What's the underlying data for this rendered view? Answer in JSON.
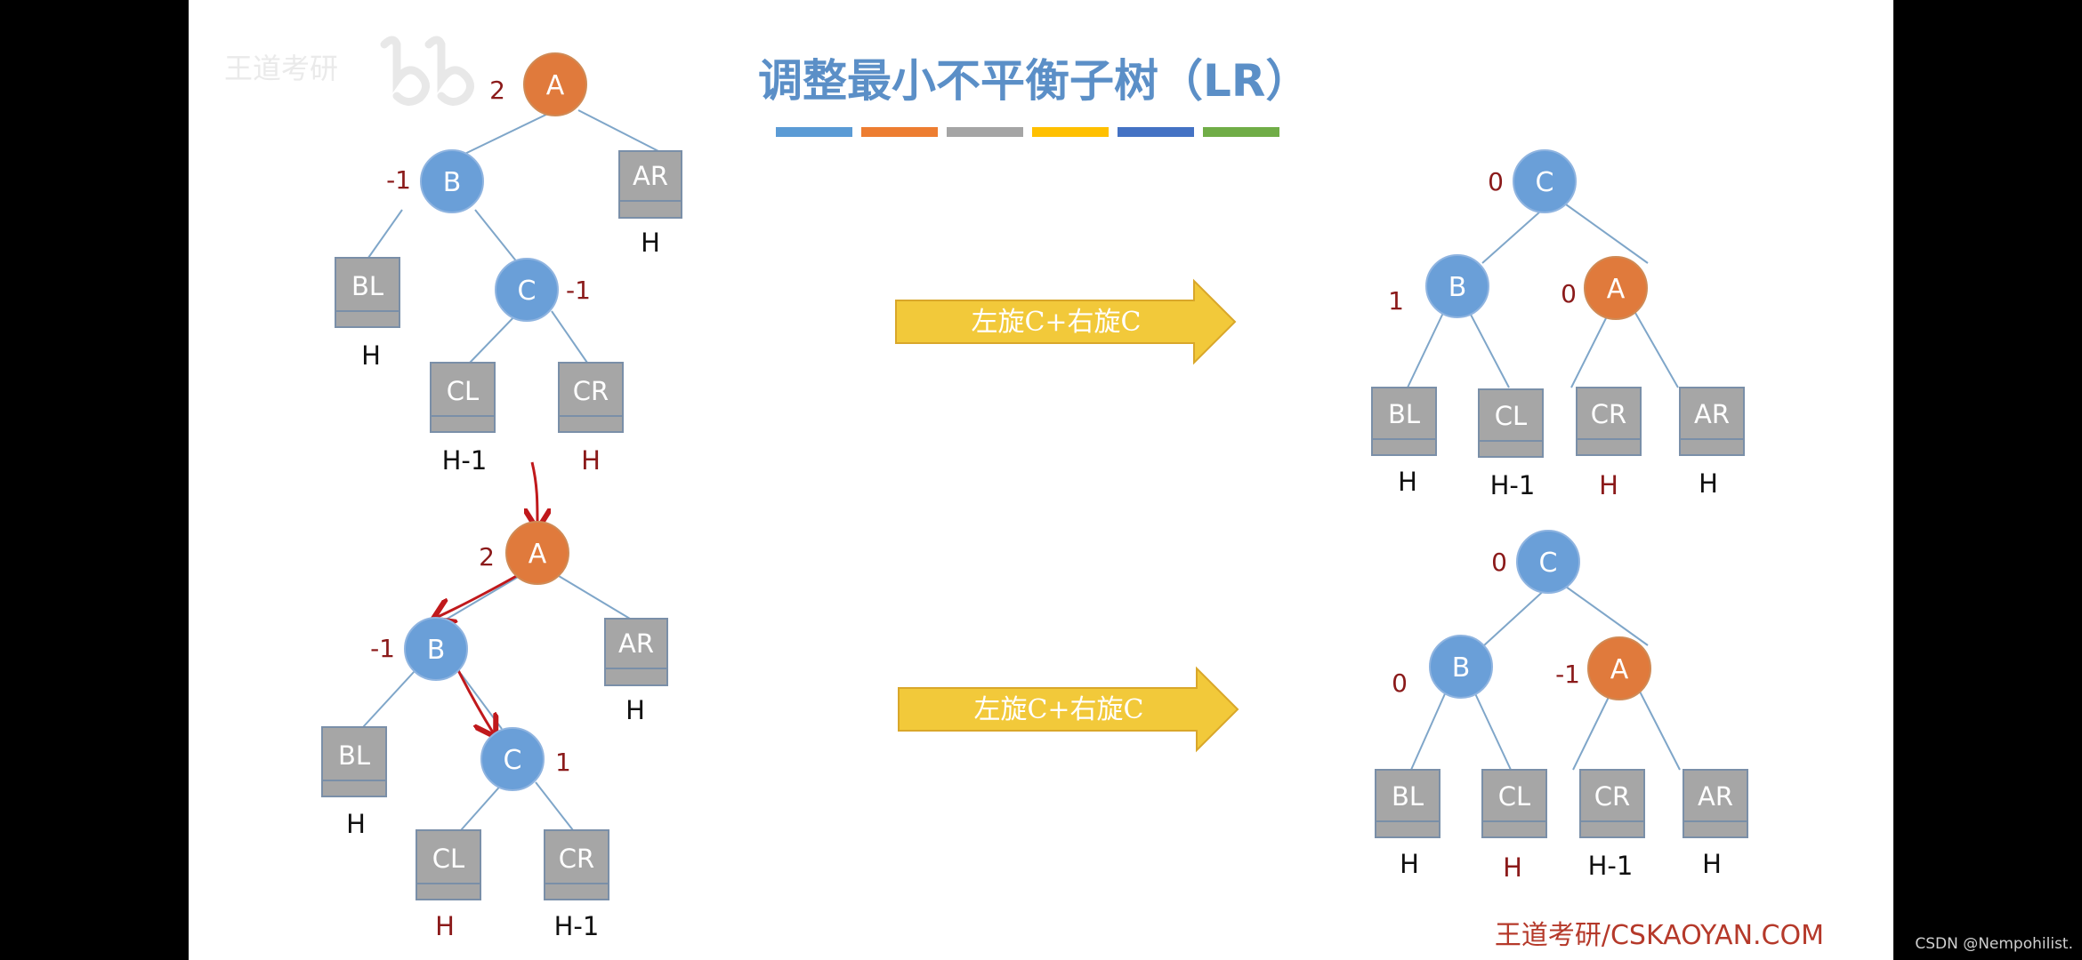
{
  "title": "调整最小不平衡子树（LR）",
  "title_bar_colors": [
    "#5b9bd5",
    "#ed7d31",
    "#a5a5a5",
    "#ffc000",
    "#4472c4",
    "#70ad47"
  ],
  "watermark": "王道考研",
  "arrow_label": "左旋C+右旋C",
  "footer_brand": "王道考研/CSKAOYAN.COM",
  "credit": "CSDN @Nempohilist.",
  "colors": {
    "blue_node": "#6a9fd8",
    "orange_node": "#e07a3c",
    "box": "#a6a6a6",
    "bf_red": "#8b1a1a",
    "arrow_fill": "#f2c93a",
    "red_arrow": "#c0191c"
  },
  "node_labels": {
    "A": "A",
    "B": "B",
    "C": "C"
  },
  "box_labels": {
    "AR": "AR",
    "BL": "BL",
    "CL": "CL",
    "CR": "CR"
  },
  "heights": {
    "H": "H",
    "H1": "H-1"
  },
  "top_left": {
    "bf_A": "2",
    "bf_B": "-1",
    "bf_C": "-1",
    "h_AR": "H",
    "h_BL": "H",
    "h_CL": "H-1",
    "h_CR": "H"
  },
  "bottom_left": {
    "bf_A": "2",
    "bf_B": "-1",
    "bf_C": "1",
    "h_AR": "H",
    "h_BL": "H",
    "h_CL": "H",
    "h_CR": "H-1"
  },
  "top_right": {
    "bf_C": "0",
    "bf_B": "1",
    "bf_A": "0",
    "h_BL": "H",
    "h_CL": "H-1",
    "h_CR": "H",
    "h_AR": "H"
  },
  "bottom_right": {
    "bf_C": "0",
    "bf_B": "0",
    "bf_A": "-1",
    "h_BL": "H",
    "h_CL": "H",
    "h_CR": "H-1",
    "h_AR": "H"
  }
}
